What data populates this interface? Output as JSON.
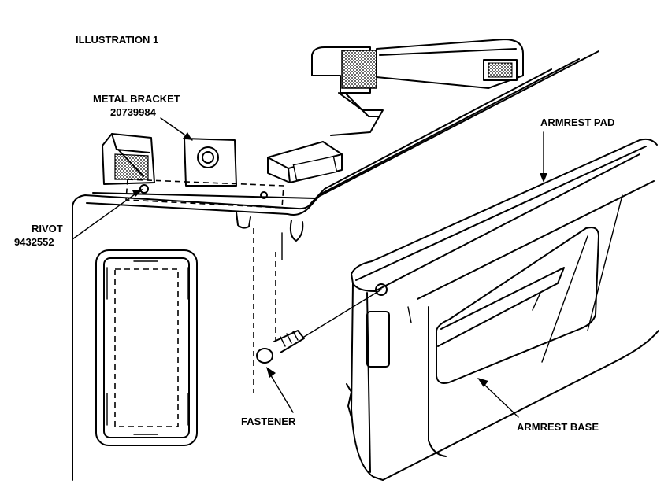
{
  "diagram": {
    "title": "ILLUSTRATION 1",
    "labels": {
      "metal_bracket": "METAL BRACKET",
      "metal_bracket_part": "20739984",
      "armrest_pad": "ARMREST PAD",
      "rivot": "RIVOT",
      "rivot_part": "9432552",
      "fastener": "FASTENER",
      "armrest_base": "ARMREST BASE"
    }
  }
}
